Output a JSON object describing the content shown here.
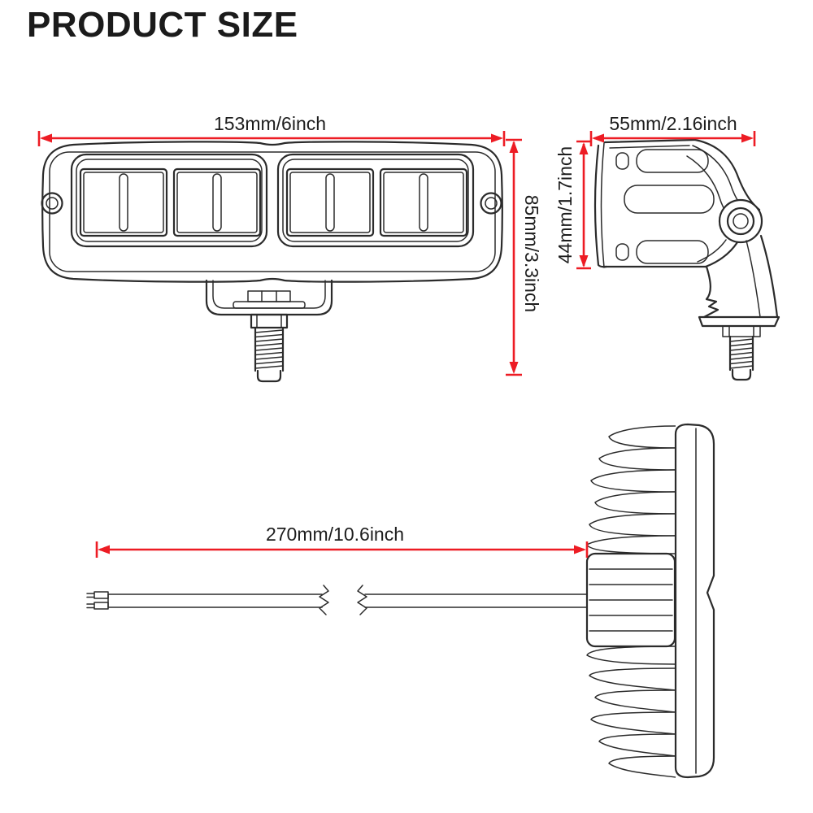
{
  "title": "PRODUCT SIZE",
  "colors": {
    "dimension_red": "#ed1c24",
    "line_ink": "#2b2b2b",
    "background": "#ffffff"
  },
  "dimensions": {
    "front_width": {
      "label": "153mm/6inch"
    },
    "front_height": {
      "label": "85mm/3.3inch"
    },
    "side_width": {
      "label": "55mm/2.16inch"
    },
    "side_height": {
      "label": "44mm/1.7inch"
    },
    "cable_length": {
      "label": "270mm/10.6inch"
    }
  }
}
